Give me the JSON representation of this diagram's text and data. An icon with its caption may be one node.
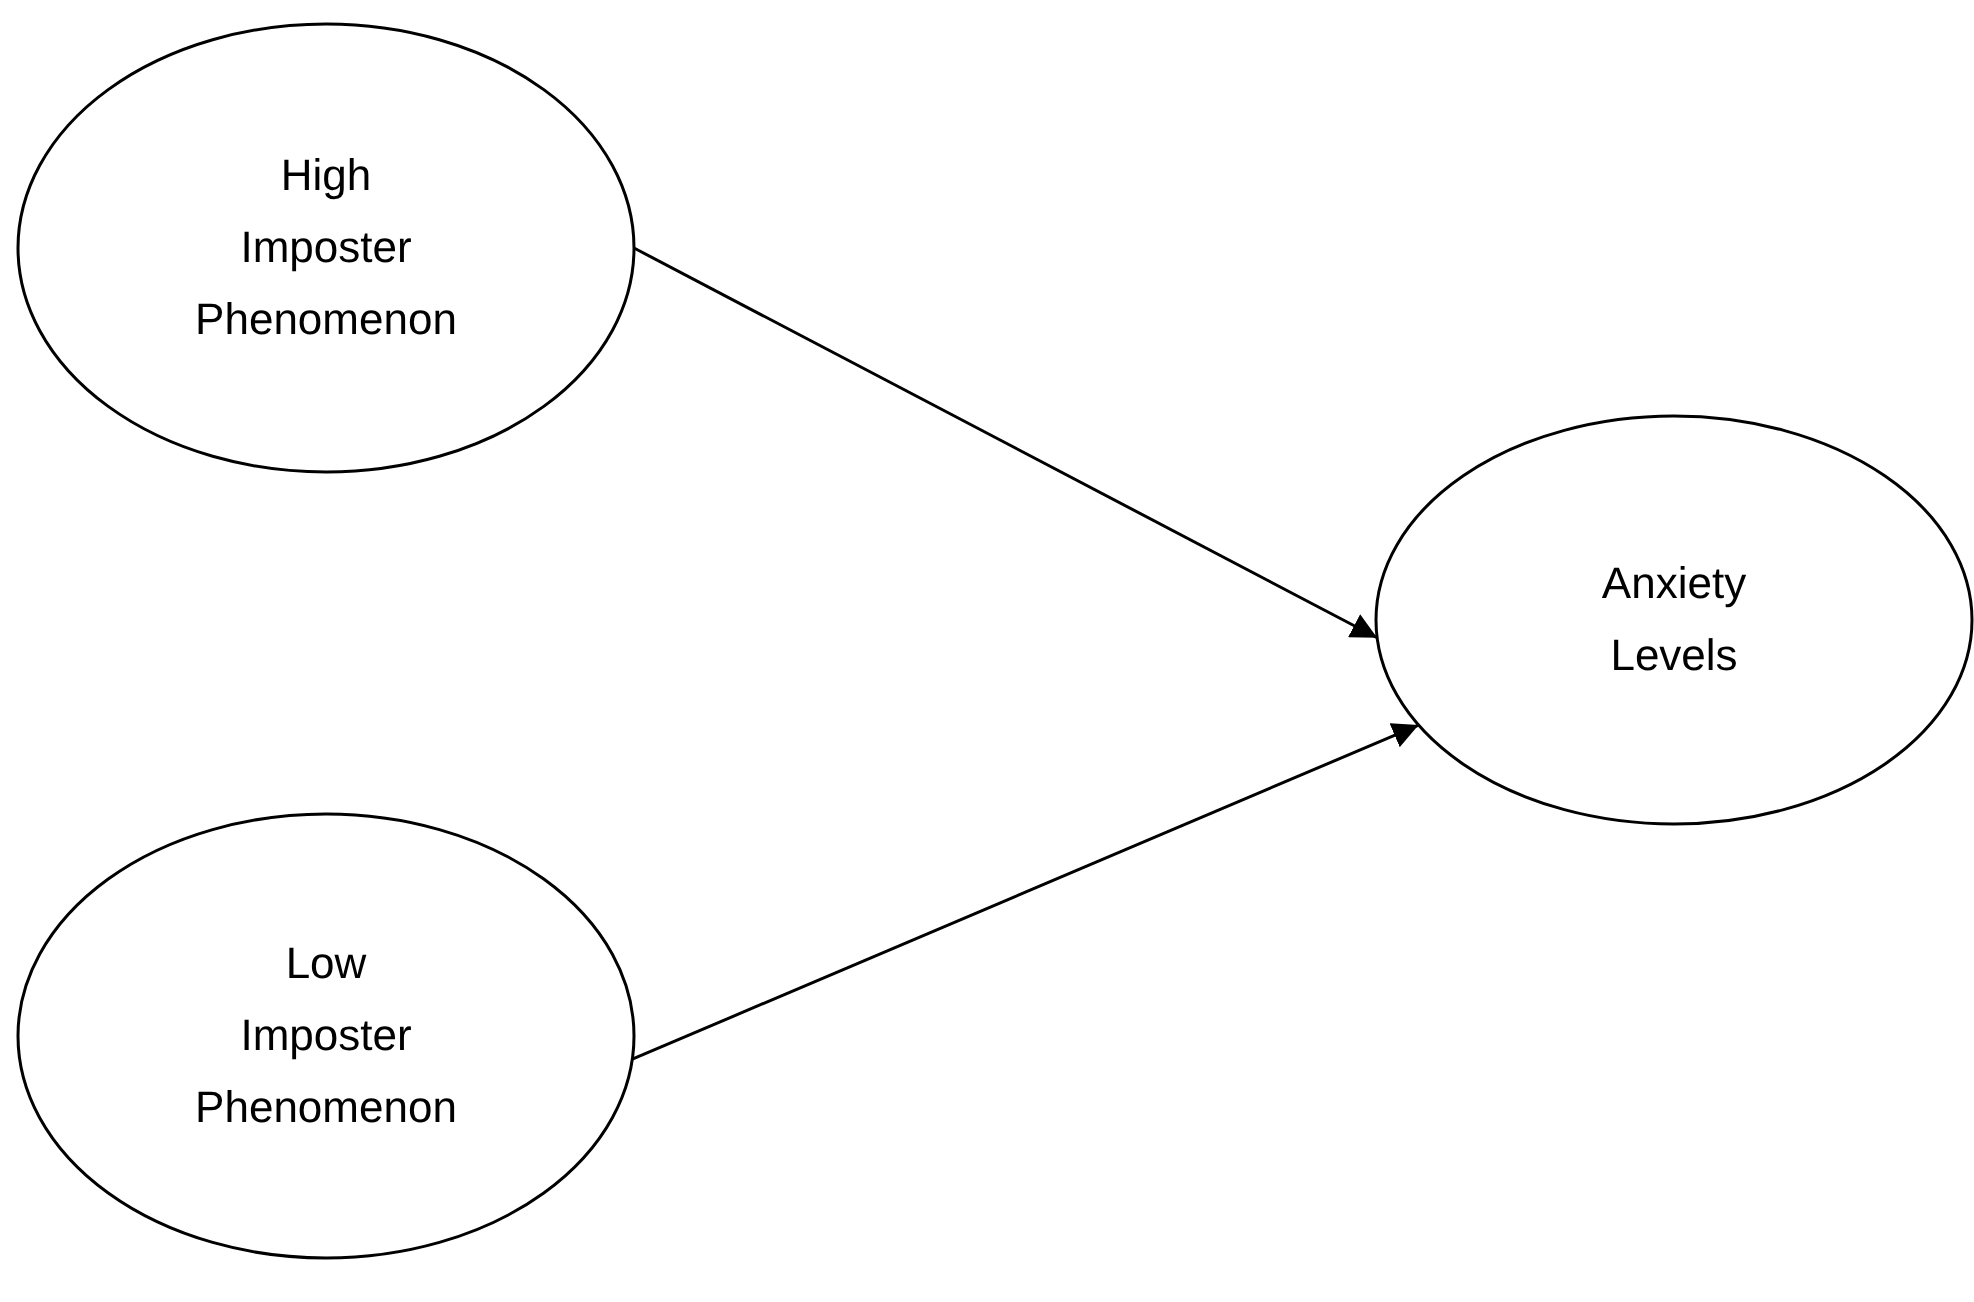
{
  "diagram": {
    "nodes": [
      {
        "text": [
          "High Imposter Phenomenon"
        ]
      },
      {
        "text": [
          "Anxiety Levels"
        ]
      },
      {
        "text": [
          "Low Imposter Phenomenon"
        ]
      }
    ],
    "edges": [
      {
        "from": 0,
        "to": 1,
        "arrow": "to"
      },
      {
        "from": 2,
        "to": 1,
        "arrow": "to"
      }
    ]
  }
}
